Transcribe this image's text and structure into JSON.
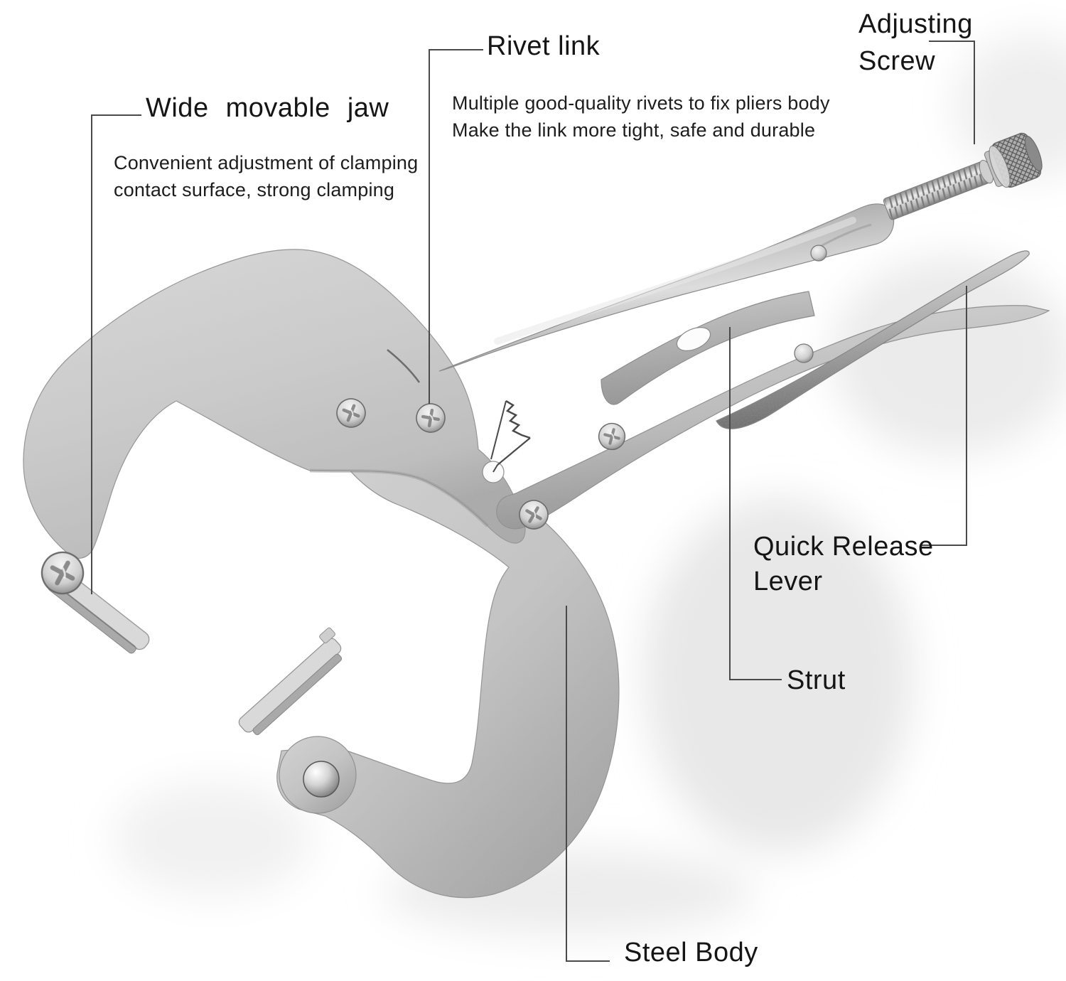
{
  "colors": {
    "background": "#ffffff",
    "label_text": "#151515",
    "leader_line": "#4a4a4a",
    "metal_light": "#dcdcdc",
    "metal_mid": "#bcbcbc",
    "metal_dark": "#848484"
  },
  "annotations": {
    "wide_movable_jaw": {
      "title": "Wide movable jaw",
      "description": [
        "Convenient adjustment of clamping",
        "contact surface, strong clamping"
      ]
    },
    "rivet_link": {
      "title": "Rivet link",
      "description": [
        "Multiple good-quality rivets to fix pliers body",
        "Make the link more tight, safe and durable"
      ]
    },
    "adjusting_screw": {
      "title_lines": [
        "Adjusting",
        "Screw"
      ]
    },
    "quick_release_lever": {
      "title_lines": [
        "Quick Release",
        "Lever"
      ]
    },
    "strut": {
      "title": "Strut"
    },
    "steel_body": {
      "title": "Steel Body"
    }
  }
}
